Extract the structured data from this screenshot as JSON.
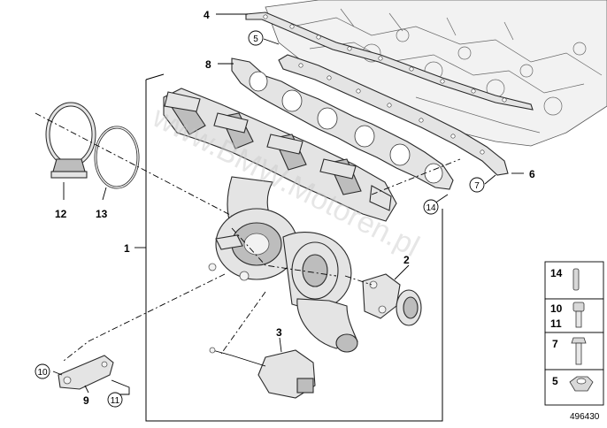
{
  "callouts": {
    "c1": "1",
    "c2": "2",
    "c3": "3",
    "c4": "4",
    "c5": "5",
    "c6": "6",
    "c7": "7",
    "c8": "8",
    "c9": "9",
    "c10": "10",
    "c11": "11",
    "c12": "12",
    "c13": "13",
    "c14": "14"
  },
  "legend": {
    "l14": "14",
    "l10": "10",
    "l11": "11",
    "l7": "7",
    "l5": "5"
  },
  "reference_number": "496430",
  "watermark": "www.BMW.Motoren.pl"
}
